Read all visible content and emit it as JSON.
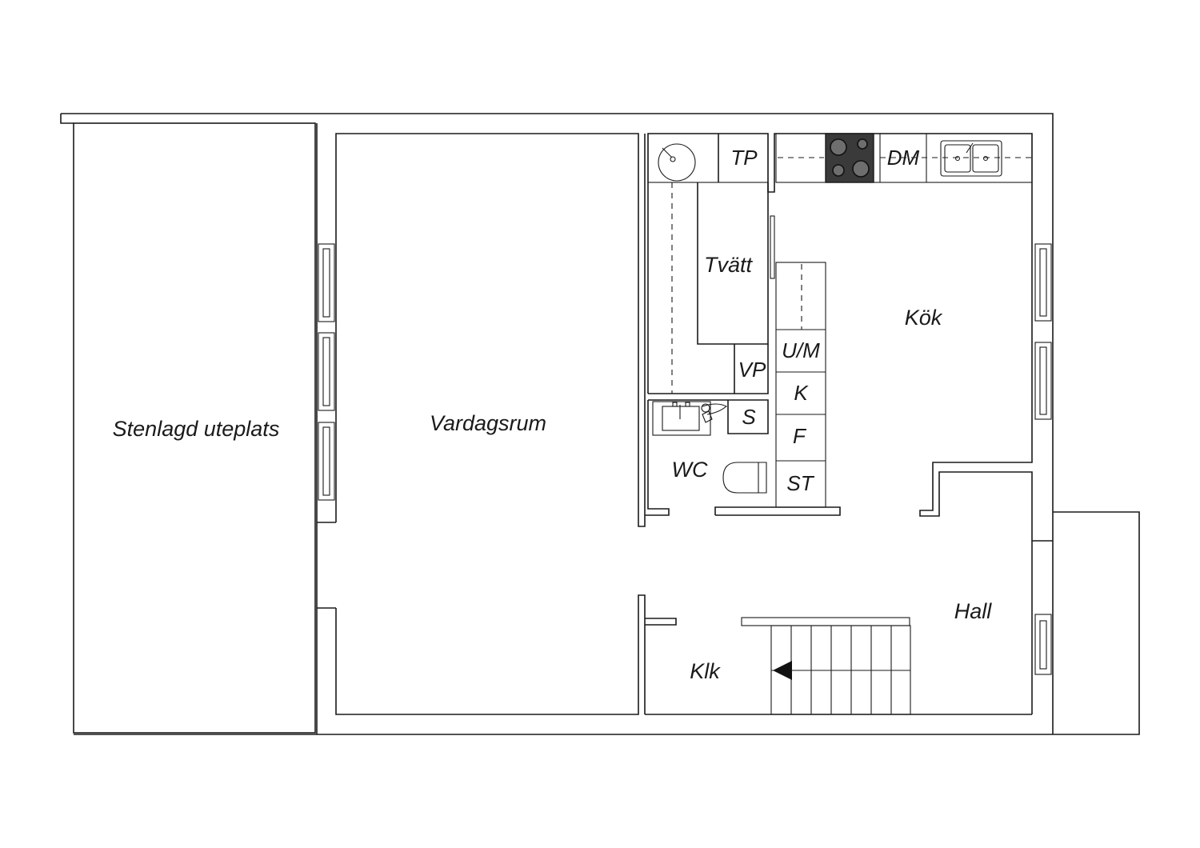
{
  "rooms": {
    "patio": "Stenlagd uteplats",
    "living": "Vardagsrum",
    "laundry": "Tvätt",
    "kitchen": "Kök",
    "wc": "WC",
    "hall": "Hall",
    "closet": "Klk"
  },
  "fixtures": {
    "tp": "TP",
    "dm": "DM",
    "vp": "VP",
    "um": "U/M",
    "k": "K",
    "f": "F",
    "st": "ST",
    "s": "S"
  },
  "icons": {
    "stove": "stove-icon",
    "sink": "double-sink-icon",
    "basin": "round-basin-icon",
    "toilet": "toilet-icon",
    "stairs": "stairs-icon",
    "windows": "window-icon"
  }
}
